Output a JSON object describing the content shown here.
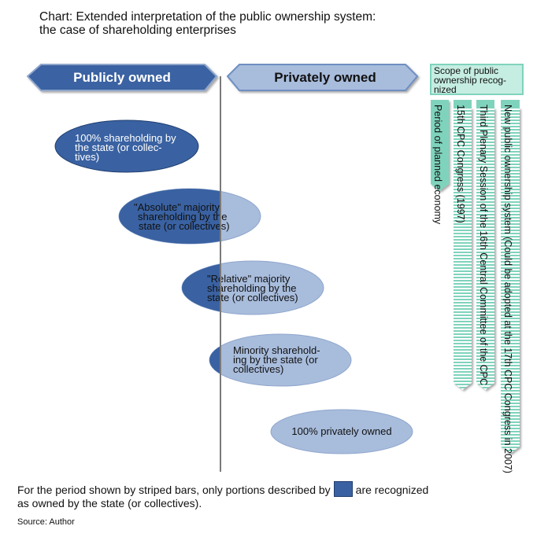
{
  "title": {
    "line1": "Chart: Extended interpretation of the public ownership system:",
    "line2": "the case of shareholding enterprises"
  },
  "arrows": {
    "public": "Publicly owned",
    "private": "Privately owned"
  },
  "scope_header": {
    "line1": "Scope of public",
    "line2": "ownership recog-",
    "line3": "nized"
  },
  "ellipses": [
    {
      "lines": [
        "100% shareholding by",
        "the state (or collec-",
        "tives)"
      ]
    },
    {
      "lines": [
        "\"Absolute\" majority",
        "shareholding by the",
        "state (or collectives)"
      ]
    },
    {
      "lines": [
        "\"Relative\" majority",
        "shareholding by the",
        "state (or collectives)"
      ]
    },
    {
      "lines": [
        "Minority sharehold-",
        "ing by the state (or",
        "collectives)"
      ]
    },
    {
      "lines": [
        "100% privately owned"
      ]
    }
  ],
  "periods": [
    {
      "label": "Period of planned economy",
      "striped": false
    },
    {
      "label": "15th CPC Congress (1997)",
      "striped": true
    },
    {
      "label": "Third Plenary Session of the 16th Central Committee of the CPC",
      "striped": true
    },
    {
      "label": "New public ownership system (Could be adopted at the 17th CPC Congress in 2007)",
      "striped": true
    }
  ],
  "footnote": {
    "before": "For the period shown by striped bars, only portions described by",
    "after": "are recognized",
    "line2": "as owned by the state (or collectives)."
  },
  "source": "Source: Author",
  "colors": {
    "public_fill": "#3a62a2",
    "private_fill": "#a8bcdc",
    "teal": "#7fd3bc",
    "scope_fill": "#c5ede1"
  }
}
